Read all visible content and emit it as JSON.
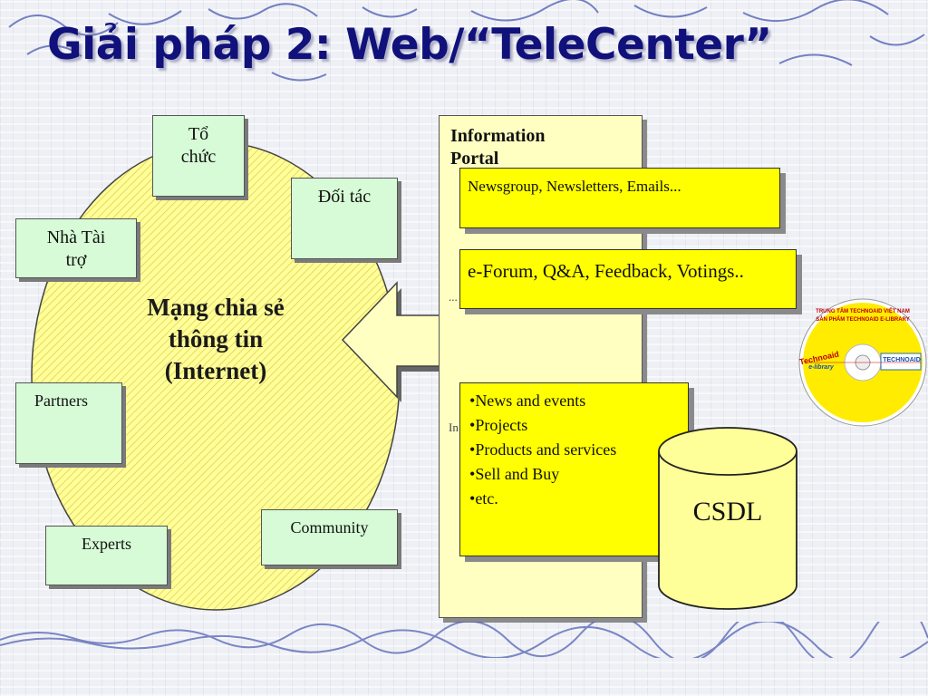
{
  "slide_title": "Giải pháp 2: Web/“TeleCenter”",
  "colors": {
    "title": "#10117a",
    "node_fill": "#d6fbd6",
    "hub_fill": "#ffff99",
    "portal_fill": "#ffffc2",
    "highlight_fill": "#ffff00",
    "db_fill": "#ffff99"
  },
  "hub": {
    "label": "Mạng chia sẻ thông tin (Internet)"
  },
  "nodes": {
    "to_chuc": "Tổ chức",
    "doi_tac": "Đối tác",
    "nha_tai_tro": "Nhà Tài trợ",
    "partners": "Partners",
    "experts": "Experts",
    "community": "Community"
  },
  "portal": {
    "title": "Information Portal",
    "partial_text_1": "...",
    "partial_text_2": "In"
  },
  "boxes": {
    "newsgroup": "Newsgroup, Newsletters, Emails...",
    "forum": "e-Forum, Q&A, Feedback, Votings..",
    "content_items": [
      "News and events",
      "Projects",
      "Products and services",
      "Sell and Buy",
      "etc."
    ]
  },
  "database": {
    "label": "CSDL"
  },
  "cd_label": {
    "line1": "TRUNG TÂM TECHNOAID VIỆT NAM",
    "line2": "SẢN PHẨM TECHNOAID E-LIBRARY",
    "logo": "TECHNOAID",
    "brand": "Technoaid",
    "brand_sub": "e-library"
  }
}
